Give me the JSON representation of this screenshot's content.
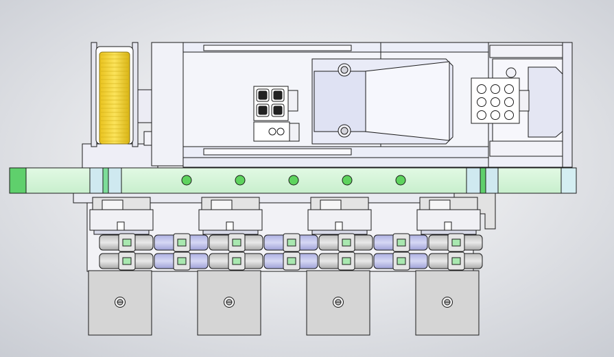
{
  "view": {
    "background_center": "#ffffff",
    "background_edge": "#c9ccd3"
  },
  "palette": {
    "outline": "#1a1a1a",
    "body_fill": "#f4f5fa",
    "body_shade": "#e4e6f2",
    "rail_fill": "#d6f5d9",
    "rail_edge": "#62c46e",
    "rail_hole": "#5ed35e",
    "rail_end": "#d4eef2",
    "spool_gold": "#f2d22c",
    "spool_gold_dark": "#c9a812",
    "gear_gray": "#d7d7d7",
    "gear_purple": "#c7c9ec",
    "gear_green": "#a9e8b0",
    "block_gray": "#d5d5d5",
    "bracket_gray": "#e3e3e3"
  },
  "assembly": {
    "motor_modules": 4,
    "rail_holes": 5,
    "gear_rows": 2
  },
  "icons": {
    "connector_small": "connector-4pin-icon",
    "connector_large": "connector-9pin-icon",
    "screw": "screw-head-icon"
  }
}
